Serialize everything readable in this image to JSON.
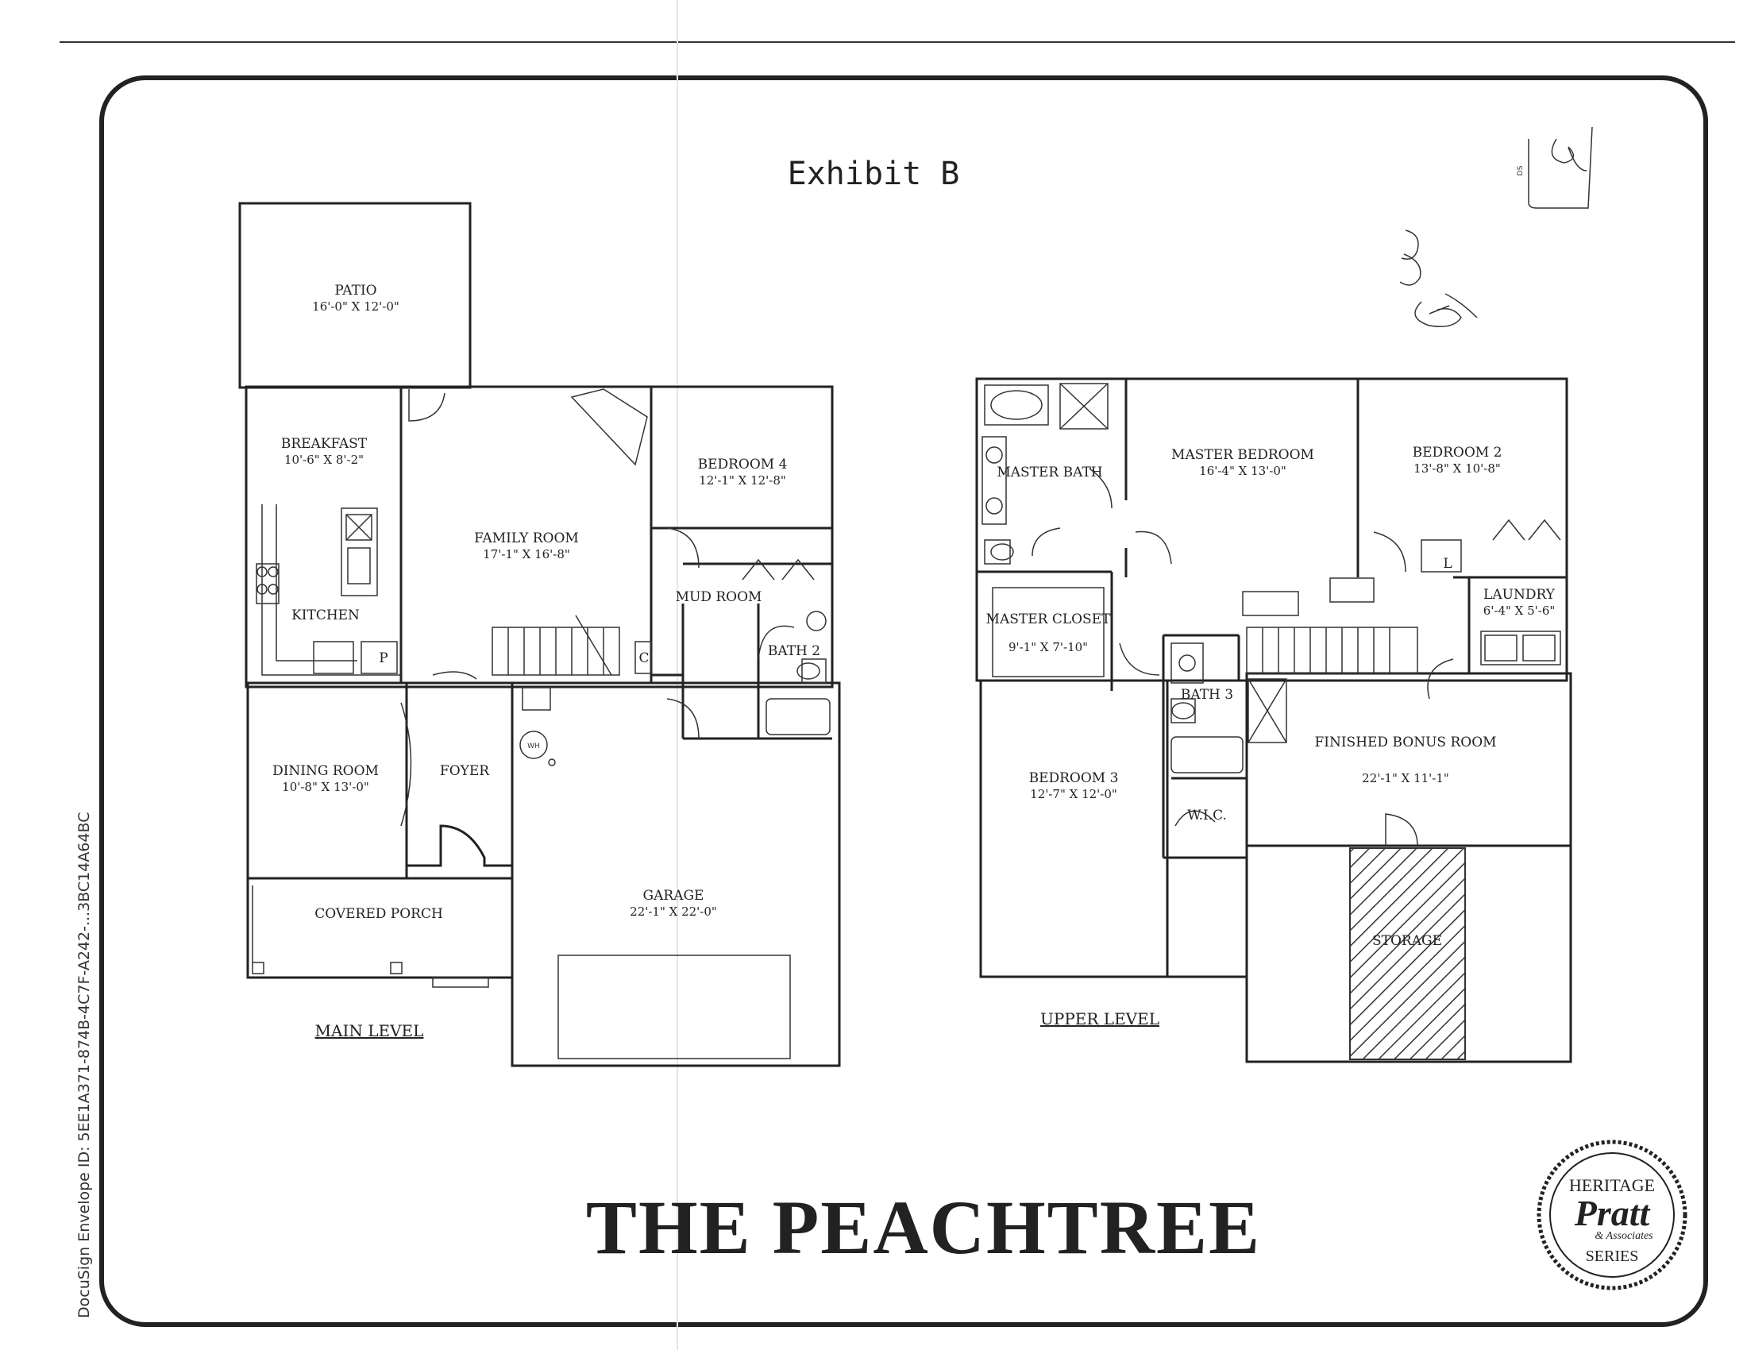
{
  "header": {
    "exhibit": "Exhibit B",
    "initials_box_label": "DS"
  },
  "side_note": "DocuSign Envelope ID: 5EE1A371-874B-4C7F-A242-...3BC14A64BC",
  "title": "THE PEACHTREE",
  "seal": {
    "top": "HERITAGE",
    "name": "Pratt",
    "sub": "& Associates",
    "bottom": "SERIES"
  },
  "main_level": {
    "label": "MAIN LEVEL",
    "rooms": {
      "patio": {
        "name": "PATIO",
        "size": "16'-0\" X 12'-0\""
      },
      "breakfast": {
        "name": "BREAKFAST",
        "size": "10'-6\" X 8'-2\""
      },
      "kitchen": {
        "name": "KITCHEN"
      },
      "family_room": {
        "name": "FAMILY ROOM",
        "size": "17'-1\" X 16'-8\""
      },
      "bedroom4": {
        "name": "BEDROOM 4",
        "size": "12'-1\" X 12'-8\""
      },
      "mud_room": {
        "name": "MUD ROOM"
      },
      "bath2": {
        "name": "BATH 2"
      },
      "dining_room": {
        "name": "DINING ROOM",
        "size": "10'-8\" X 13'-0\""
      },
      "foyer": {
        "name": "FOYER"
      },
      "covered_porch": {
        "name": "COVERED PORCH"
      },
      "garage": {
        "name": "GARAGE",
        "size": "22'-1\" X 22'-0\""
      }
    },
    "fixtures": {
      "pantry": "P",
      "closet": "C",
      "water_heater": "WH"
    }
  },
  "upper_level": {
    "label": "UPPER LEVEL",
    "rooms": {
      "master_bath": {
        "name": "MASTER BATH"
      },
      "master_bedroom": {
        "name": "MASTER BEDROOM",
        "size": "16'-4\" X 13'-0\""
      },
      "bedroom2": {
        "name": "BEDROOM 2",
        "size": "13'-8\" X 10'-8\""
      },
      "master_closet": {
        "name": "MASTER CLOSET",
        "size": "9'-1\" X 7'-10\""
      },
      "laundry": {
        "name": "LAUNDRY",
        "size": "6'-4\" X 5'-6\""
      },
      "bath3": {
        "name": "BATH 3"
      },
      "finished_bonus_room": {
        "name": "FINISHED BONUS ROOM",
        "size": "22'-1\" X 11'-1\""
      },
      "bedroom3": {
        "name": "BEDROOM 3",
        "size": "12'-7\" X 12'-0\""
      },
      "wic": {
        "name": "W.I.C."
      },
      "storage": {
        "name": "STORAGE"
      }
    },
    "fixtures": {
      "linen": "L"
    }
  }
}
